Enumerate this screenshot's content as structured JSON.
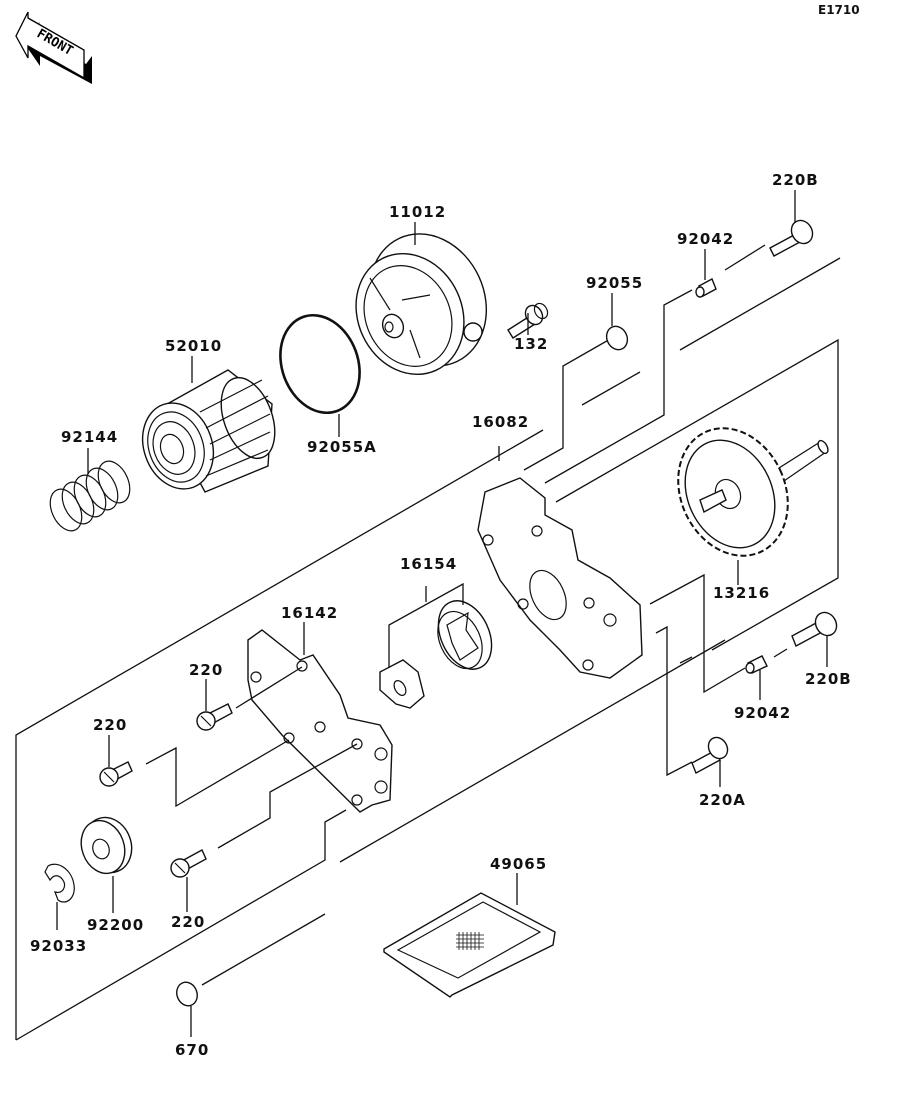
{
  "diagram": {
    "code": "E1710",
    "front_label": "FRONT",
    "parts": {
      "p11012": "11012",
      "p132": "132",
      "p92055": "92055",
      "p92055A": "92055A",
      "p52010": "52010",
      "p92144": "92144",
      "p16082": "16082",
      "p220B_top": "220B",
      "p92042_top": "92042",
      "p13216": "13216",
      "p16154": "16154",
      "p16142": "16142",
      "p220_a": "220",
      "p220_b": "220",
      "p220_c": "220",
      "p220B_bot": "220B",
      "p92042_bot": "92042",
      "p220A": "220A",
      "p49065": "49065",
      "p92200": "92200",
      "p92033": "92033",
      "p670": "670"
    }
  }
}
